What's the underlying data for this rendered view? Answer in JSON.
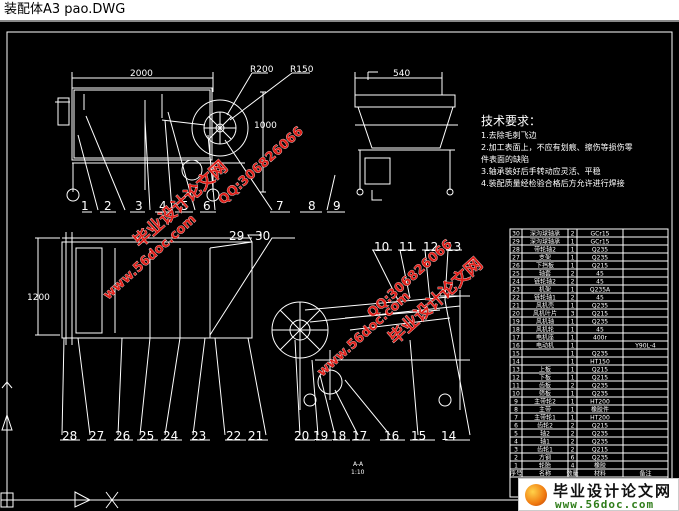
{
  "window": {
    "title": "装配体A3 pao.DWG"
  },
  "colors": {
    "background": "#000000",
    "lines": "#ffffff",
    "watermark": "#e0201a"
  },
  "front_view": {
    "dim_length": "2000",
    "dim_height": "1000",
    "radius_outer": "R200",
    "radius_inner": "R150",
    "labels": [
      "1",
      "2",
      "3",
      "4",
      "5",
      "6",
      "7",
      "8",
      "9"
    ]
  },
  "side_view": {
    "dim_width": "540"
  },
  "top_view": {
    "dim_width": "1200",
    "labels_top": [
      "29",
      "30"
    ],
    "labels_bottom": [
      "28",
      "27",
      "26",
      "25",
      "24",
      "23",
      "22",
      "21"
    ]
  },
  "section_view": {
    "labels_top": [
      "10",
      "11",
      "12",
      "13"
    ],
    "labels_bottom": [
      "20",
      "19",
      "18",
      "17",
      "16",
      "15",
      "14"
    ],
    "name": "A-A",
    "scale": "1:10"
  },
  "tech_requirements": {
    "title": "技术要求：",
    "items": [
      "1.去除毛刺飞边",
      "2.加工表面上，不应有划痕、擦伤等损伤零",
      "件表面的缺陷",
      "3.轴承装好后手转动应灵活、平稳",
      "4.装配质量经检验合格后方允许进行焊接"
    ]
  },
  "bom": {
    "header": [
      "序号",
      "名称",
      "数量",
      "材料",
      "备注"
    ],
    "rows": [
      [
        "30",
        "深沟球轴承",
        "2",
        "GCr15",
        ""
      ],
      [
        "29",
        "深沟球轴承",
        "1",
        "GCr15",
        ""
      ],
      [
        "28",
        "带轮轴2",
        "1",
        "Q235",
        ""
      ],
      [
        "27",
        "支架",
        "1",
        "Q235",
        ""
      ],
      [
        "26",
        "下挡板",
        "1",
        "Q215",
        ""
      ],
      [
        "25",
        "轴套",
        "2",
        "45",
        ""
      ],
      [
        "24",
        "链轮轴2",
        "2",
        "45",
        ""
      ],
      [
        "23",
        "机架",
        "1",
        "Q235A",
        ""
      ],
      [
        "22",
        "链轮轴1",
        "2",
        "45",
        ""
      ],
      [
        "21",
        "风机壳",
        "1",
        "Q235",
        ""
      ],
      [
        "20",
        "风机叶片",
        "3",
        "Q215",
        ""
      ],
      [
        "19",
        "风机轴",
        "1",
        "Q235",
        ""
      ],
      [
        "18",
        "风机轮",
        "1",
        "45",
        ""
      ],
      [
        "17",
        "电机座",
        "1",
        "400r",
        ""
      ],
      [
        "16",
        "电动机",
        "1",
        "",
        "Y90L-4"
      ],
      [
        "15",
        "",
        "1",
        "Q235",
        ""
      ],
      [
        "14",
        "",
        "1",
        "HT150",
        ""
      ],
      [
        "13",
        "上板",
        "1",
        "Q215",
        ""
      ],
      [
        "12",
        "下板",
        "1",
        "Q215",
        ""
      ],
      [
        "11",
        "齿板",
        "2",
        "Q235",
        ""
      ],
      [
        "10",
        "筛板",
        "1",
        "Q235",
        ""
      ],
      [
        "9",
        "主带轮2",
        "1",
        "HT200",
        ""
      ],
      [
        "8",
        "主带",
        "1",
        "橡胶件",
        ""
      ],
      [
        "7",
        "主带轮1",
        "1",
        "HT200",
        ""
      ],
      [
        "6",
        "齿轮2",
        "2",
        "Q215",
        ""
      ],
      [
        "5",
        "轴2",
        "2",
        "Q235",
        ""
      ],
      [
        "4",
        "轴1",
        "2",
        "Q235",
        ""
      ],
      [
        "3",
        "齿轮1",
        "2",
        "Q215",
        ""
      ],
      [
        "2",
        "方钢",
        "6",
        "Q235",
        ""
      ],
      [
        "1",
        "轮胎",
        "4",
        "橡胶",
        ""
      ]
    ]
  },
  "watermarks": {
    "site_cn": "毕业设计论文网",
    "site_url": "www.56doc.com",
    "qq": "QQ:306826066"
  },
  "logo": {
    "line1": "毕业设计论文网",
    "line2": "www.56doc.com"
  }
}
